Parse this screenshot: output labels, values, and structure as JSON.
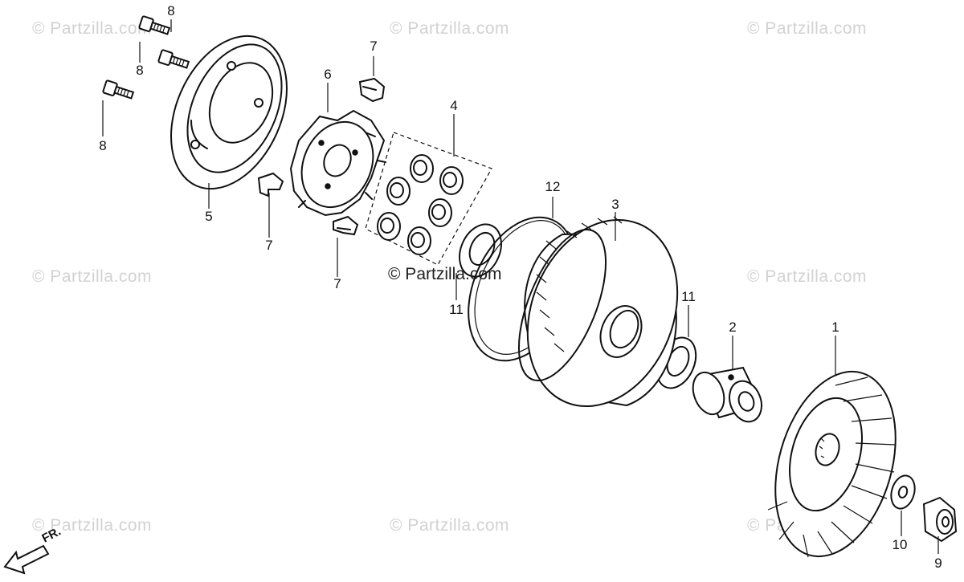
{
  "watermark": "© Partzilla.com",
  "center_watermark": "© Partzilla.com",
  "direction": {
    "label": "FR.",
    "icon": "front-arrow-icon"
  },
  "callouts": [
    {
      "id": "c1",
      "text": "1"
    },
    {
      "id": "c2",
      "text": "2"
    },
    {
      "id": "c3",
      "text": "3"
    },
    {
      "id": "c4",
      "text": "4"
    },
    {
      "id": "c5",
      "text": "5"
    },
    {
      "id": "c6",
      "text": "6"
    },
    {
      "id": "c7a",
      "text": "7"
    },
    {
      "id": "c7b",
      "text": "7"
    },
    {
      "id": "c7c",
      "text": "7"
    },
    {
      "id": "c8a",
      "text": "8"
    },
    {
      "id": "c8b",
      "text": "8"
    },
    {
      "id": "c8c",
      "text": "8"
    },
    {
      "id": "c9",
      "text": "9"
    },
    {
      "id": "c10",
      "text": "10"
    },
    {
      "id": "c11a",
      "text": "11"
    },
    {
      "id": "c11b",
      "text": "11"
    },
    {
      "id": "c12",
      "text": "12"
    }
  ]
}
